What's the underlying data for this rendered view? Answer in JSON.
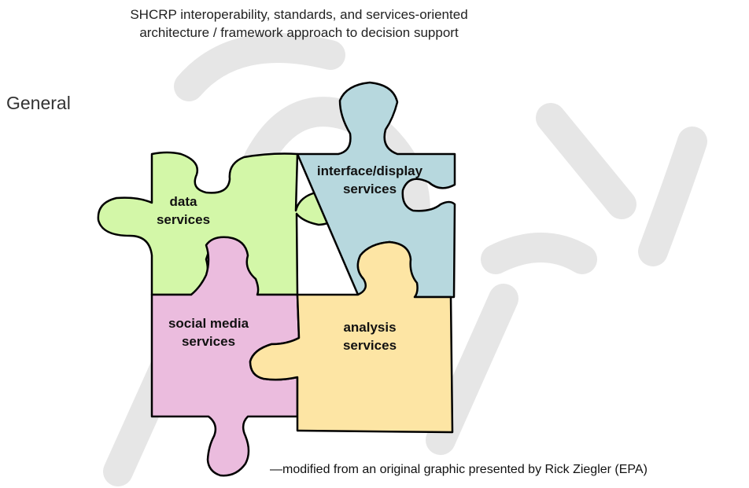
{
  "header": {
    "title_line1": "SHCRP interoperability, standards, and services-oriented",
    "title_line2": "architecture / framework approach to decision support"
  },
  "section_label": "General",
  "watermark": {
    "color": "#e6e6e6"
  },
  "pieces": [
    {
      "id": "data",
      "label_line1": "data",
      "label_line2": "services",
      "color": "#d3f7a8"
    },
    {
      "id": "interface",
      "label_line1": "interface/display",
      "label_line2": "services",
      "color": "#b7d8de"
    },
    {
      "id": "social",
      "label_line1": "social media",
      "label_line2": "services",
      "color": "#ebbcde"
    },
    {
      "id": "analysis",
      "label_line1": "analysis",
      "label_line2": "services",
      "color": "#fde5a4"
    }
  ],
  "caption": "—modified from an original graphic presented by Rick Ziegler (EPA)"
}
